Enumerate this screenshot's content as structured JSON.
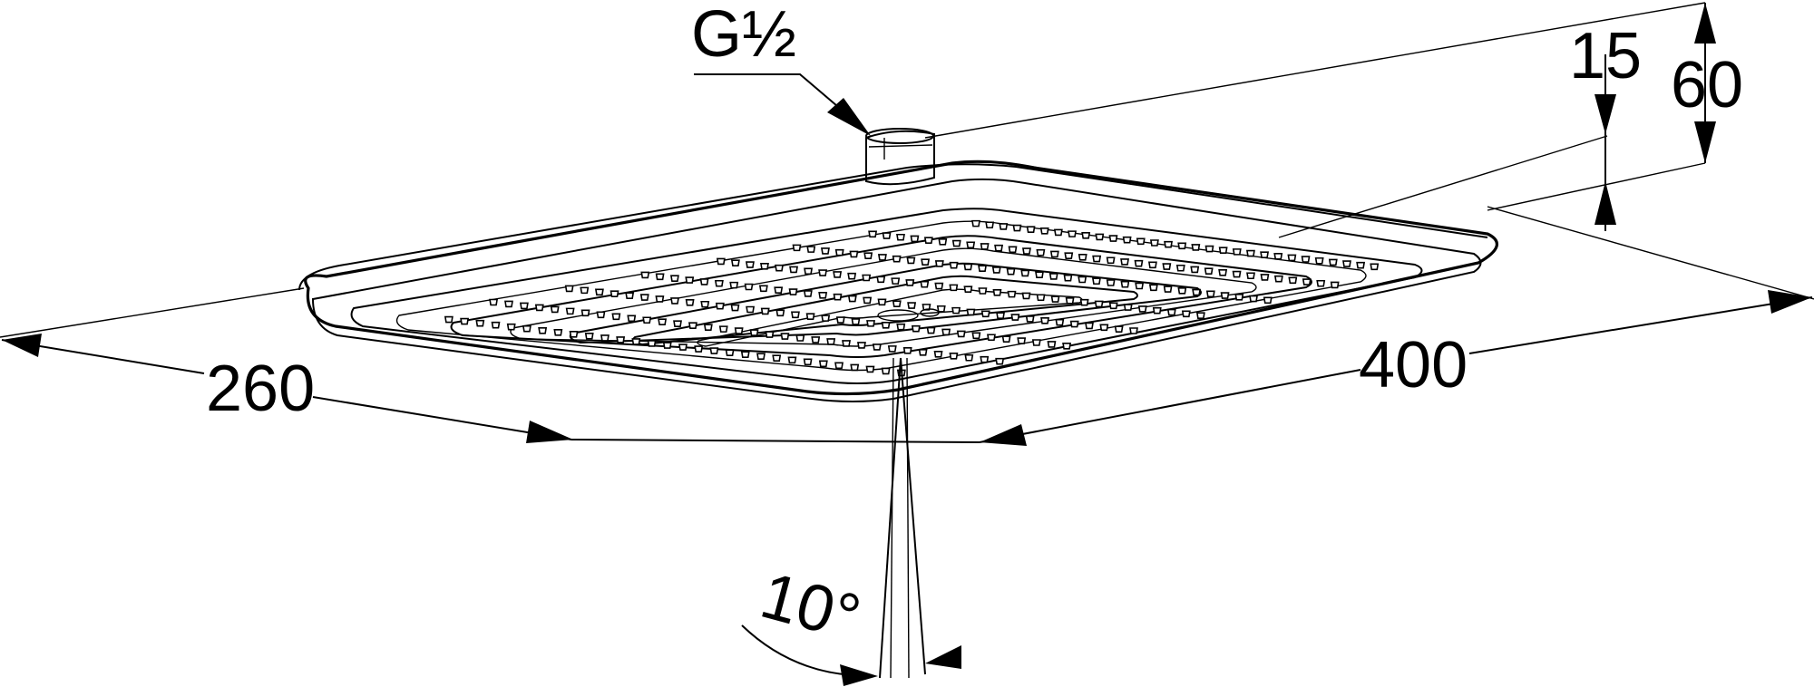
{
  "drawing": {
    "connection_label": "G½",
    "dimensions": {
      "width": "260",
      "length": "400",
      "arm_height": "15",
      "total_height": "60",
      "angle": "10°"
    }
  }
}
